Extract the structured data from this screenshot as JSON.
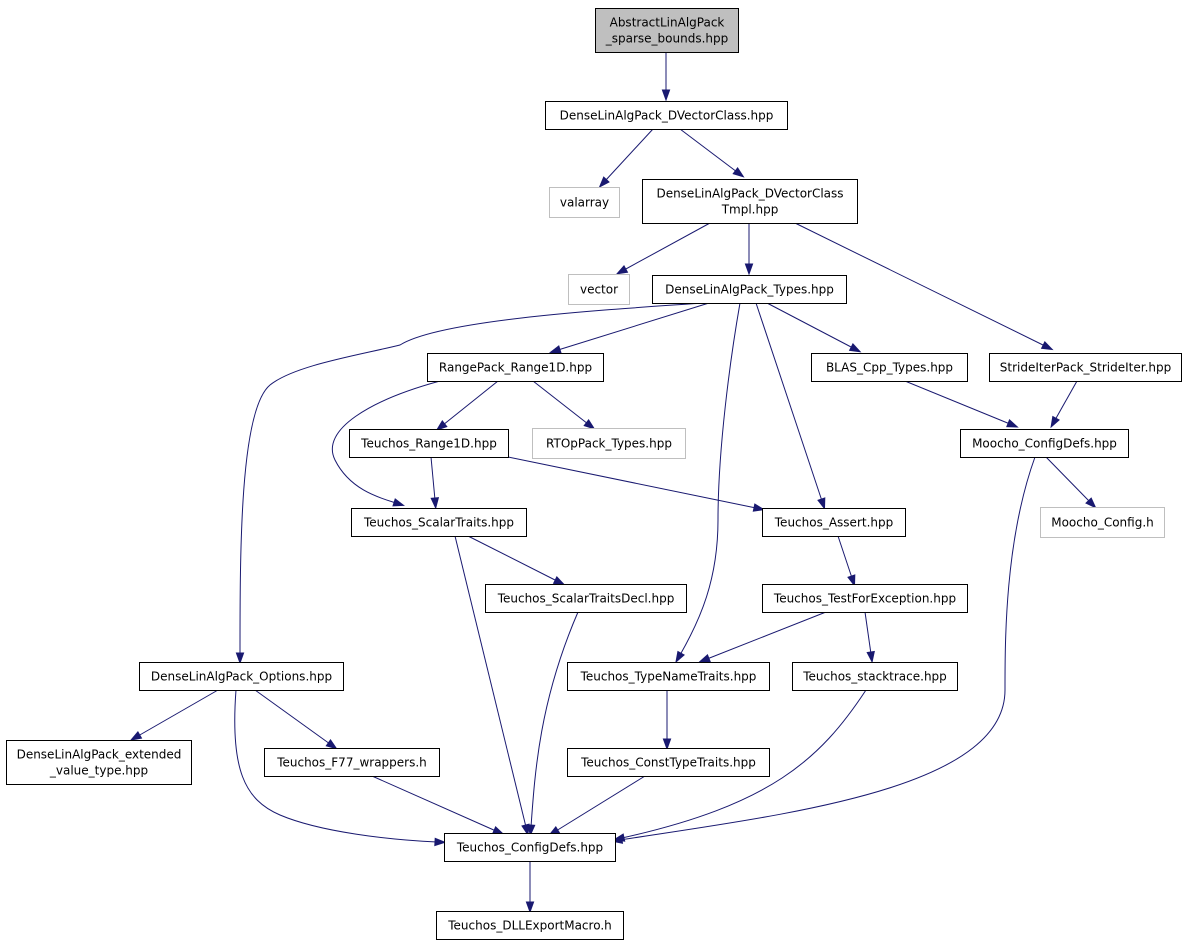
{
  "graph": {
    "edge_color": "#191970",
    "root_fill": "#bfbfbf",
    "external_border": "#bfbfbf",
    "nodes": [
      {
        "id": "root",
        "lines": [
          "AbstractLinAlgPack",
          "_sparse_bounds.hpp"
        ],
        "kind": "root"
      },
      {
        "id": "dvectorclass",
        "lines": [
          "DenseLinAlgPack_DVectorClass.hpp"
        ],
        "kind": "file"
      },
      {
        "id": "valarray",
        "lines": [
          "valarray"
        ],
        "kind": "external"
      },
      {
        "id": "dvectorclasstmpl",
        "lines": [
          "DenseLinAlgPack_DVectorClass",
          "Tmpl.hpp"
        ],
        "kind": "file"
      },
      {
        "id": "vector",
        "lines": [
          "vector"
        ],
        "kind": "external"
      },
      {
        "id": "types",
        "lines": [
          "DenseLinAlgPack_Types.hpp"
        ],
        "kind": "file"
      },
      {
        "id": "rangepack",
        "lines": [
          "RangePack_Range1D.hpp"
        ],
        "kind": "file"
      },
      {
        "id": "blas",
        "lines": [
          "BLAS_Cpp_Types.hpp"
        ],
        "kind": "file"
      },
      {
        "id": "strideiter",
        "lines": [
          "StrideIterPack_StrideIter.hpp"
        ],
        "kind": "file"
      },
      {
        "id": "trange1d",
        "lines": [
          "Teuchos_Range1D.hpp"
        ],
        "kind": "file"
      },
      {
        "id": "rtop",
        "lines": [
          "RTOpPack_Types.hpp"
        ],
        "kind": "external"
      },
      {
        "id": "moochoconfigdefs",
        "lines": [
          "Moocho_ConfigDefs.hpp"
        ],
        "kind": "file"
      },
      {
        "id": "scalartraits",
        "lines": [
          "Teuchos_ScalarTraits.hpp"
        ],
        "kind": "file"
      },
      {
        "id": "assert",
        "lines": [
          "Teuchos_Assert.hpp"
        ],
        "kind": "file"
      },
      {
        "id": "moochoconfig",
        "lines": [
          "Moocho_Config.h"
        ],
        "kind": "external"
      },
      {
        "id": "scalartraitsdecl",
        "lines": [
          "Teuchos_ScalarTraitsDecl.hpp"
        ],
        "kind": "file"
      },
      {
        "id": "testforexception",
        "lines": [
          "Teuchos_TestForException.hpp"
        ],
        "kind": "file"
      },
      {
        "id": "options",
        "lines": [
          "DenseLinAlgPack_Options.hpp"
        ],
        "kind": "file"
      },
      {
        "id": "typenametraits",
        "lines": [
          "Teuchos_TypeNameTraits.hpp"
        ],
        "kind": "file"
      },
      {
        "id": "stacktrace",
        "lines": [
          "Teuchos_stacktrace.hpp"
        ],
        "kind": "file"
      },
      {
        "id": "extended",
        "lines": [
          "DenseLinAlgPack_extended",
          "_value_type.hpp"
        ],
        "kind": "file"
      },
      {
        "id": "f77",
        "lines": [
          "Teuchos_F77_wrappers.h"
        ],
        "kind": "file"
      },
      {
        "id": "consttypetraits",
        "lines": [
          "Teuchos_ConstTypeTraits.hpp"
        ],
        "kind": "file"
      },
      {
        "id": "tconfigdefs",
        "lines": [
          "Teuchos_ConfigDefs.hpp"
        ],
        "kind": "file"
      },
      {
        "id": "dllexport",
        "lines": [
          "Teuchos_DLLExportMacro.h"
        ],
        "kind": "file"
      }
    ],
    "edges": [
      [
        "root",
        "dvectorclass"
      ],
      [
        "dvectorclass",
        "valarray"
      ],
      [
        "dvectorclass",
        "dvectorclasstmpl"
      ],
      [
        "dvectorclasstmpl",
        "vector"
      ],
      [
        "dvectorclasstmpl",
        "types"
      ],
      [
        "dvectorclasstmpl",
        "strideiter"
      ],
      [
        "types",
        "rangepack"
      ],
      [
        "types",
        "blas"
      ],
      [
        "types",
        "options"
      ],
      [
        "types",
        "assert"
      ],
      [
        "types",
        "typenametraits"
      ],
      [
        "rangepack",
        "trange1d"
      ],
      [
        "rangepack",
        "rtop"
      ],
      [
        "rangepack",
        "scalartraits"
      ],
      [
        "blas",
        "moochoconfigdefs"
      ],
      [
        "strideiter",
        "moochoconfigdefs"
      ],
      [
        "trange1d",
        "scalartraits"
      ],
      [
        "trange1d",
        "assert"
      ],
      [
        "moochoconfigdefs",
        "moochoconfig"
      ],
      [
        "moochoconfigdefs",
        "tconfigdefs"
      ],
      [
        "scalartraits",
        "scalartraitsdecl"
      ],
      [
        "scalartraits",
        "tconfigdefs"
      ],
      [
        "assert",
        "testforexception"
      ],
      [
        "scalartraitsdecl",
        "tconfigdefs"
      ],
      [
        "testforexception",
        "typenametraits"
      ],
      [
        "testforexception",
        "stacktrace"
      ],
      [
        "options",
        "extended"
      ],
      [
        "options",
        "f77"
      ],
      [
        "options",
        "tconfigdefs"
      ],
      [
        "typenametraits",
        "consttypetraits"
      ],
      [
        "stacktrace",
        "tconfigdefs"
      ],
      [
        "f77",
        "tconfigdefs"
      ],
      [
        "consttypetraits",
        "tconfigdefs"
      ],
      [
        "tconfigdefs",
        "dllexport"
      ]
    ]
  }
}
